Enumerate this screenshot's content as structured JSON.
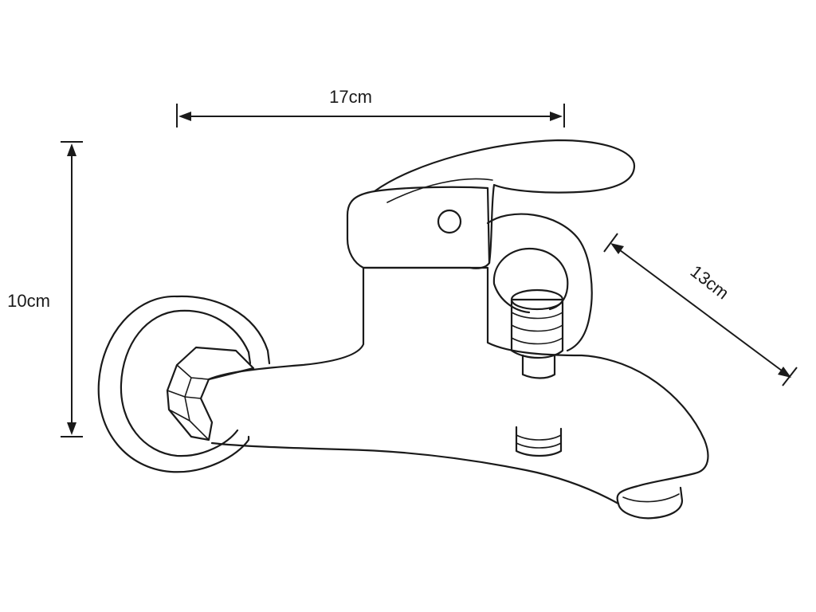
{
  "dimensions": {
    "width_label": "17cm",
    "height_label": "10cm",
    "depth_label": "13cm"
  }
}
